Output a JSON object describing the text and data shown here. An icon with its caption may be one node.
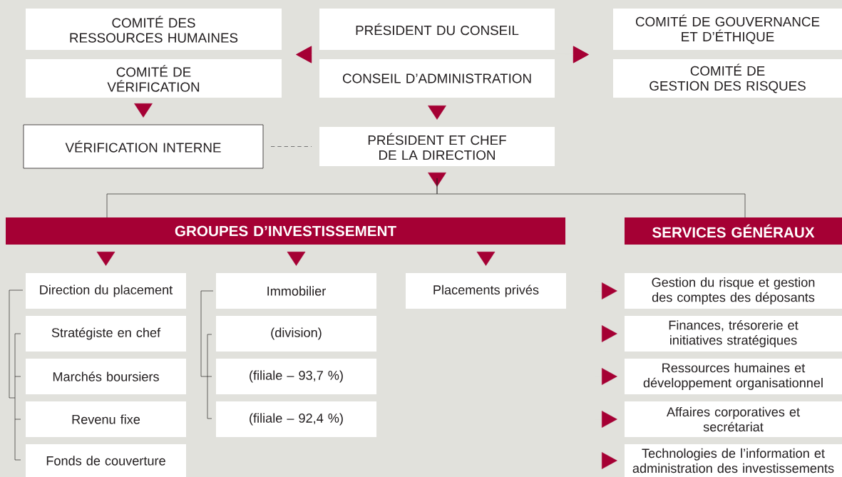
{
  "diagram": {
    "nodes": [
      {
        "text": [
          "COMITÉ DES RESSOURCES HUMAINES"
        ]
      },
      {
        "text": [
          "PRÉSIDENT DU CONSEIL"
        ]
      },
      {
        "text": [
          "COMITÉ DE GOUVERNANCE ET D’ÉTHIQUE"
        ]
      },
      {
        "text": [
          "COMITÉ DE VÉRIFICATION"
        ]
      },
      {
        "text": [
          "CONSEIL D’ADMINISTRATION"
        ]
      },
      {
        "text": [
          "COMITÉ DE GESTION DES RISQUES"
        ]
      },
      {
        "text": [
          "VÉRIFICATION INTERNE"
        ]
      },
      {
        "text": [
          "PRÉSIDENT ET CHEF DE LA DIRECTION"
        ]
      },
      {
        "text": [
          "GROUPES D’INVESTISSEMENT"
        ]
      },
      {
        "text": [
          "SERVICES GÉNÉRAUX"
        ]
      },
      {
        "text": [
          "Direction du placement"
        ]
      },
      {
        "text": [
          "Immobilier"
        ]
      },
      {
        "text": [
          "Placements privés"
        ]
      },
      {
        "text": [
          "Gestion du risque et gestion des comptes des déposants"
        ]
      },
      {
        "text": [
          "Stratégiste en chef"
        ]
      },
      {
        "text": [
          "(division)"
        ]
      },
      {
        "text": [
          "Finances, trésorerie et initiatives stratégiques"
        ]
      },
      {
        "text": [
          "Marchés boursiers"
        ]
      },
      {
        "text": [
          "(filiale – 93,7 %)"
        ]
      },
      {
        "text": [
          "Ressources humaines et développement organisationnel"
        ]
      },
      {
        "text": [
          "Revenu fixe"
        ]
      },
      {
        "text": [
          "(filiale – 92,4 %)"
        ]
      },
      {
        "text": [
          "Affaires corporatives et secrétariat"
        ]
      },
      {
        "text": [
          "Fonds de couverture"
        ]
      },
      {
        "text": [
          "Technologies de l’information et administration des investissements"
        ]
      }
    ],
    "edges": [
      {
        "from": 4,
        "to": 0,
        "arrow": "to"
      },
      {
        "from": 4,
        "to": 3,
        "arrow": "to"
      },
      {
        "from": 4,
        "to": 2,
        "arrow": "to"
      },
      {
        "from": 4,
        "to": 5,
        "arrow": "to"
      },
      {
        "from": 3,
        "to": 6,
        "arrow": "to"
      },
      {
        "from": 4,
        "to": 7,
        "arrow": "to"
      },
      {
        "from": 6,
        "to": 7,
        "arrow": "none",
        "style": "dashed",
        "color": "#6d6d6d"
      },
      {
        "from": 7,
        "to": 8,
        "arrow": "to",
        "color": "#231f20"
      },
      {
        "from": 7,
        "to": 9,
        "arrow": "to",
        "color": "#231f20"
      },
      {
        "from": 8,
        "to": 10,
        "arrow": "to"
      },
      {
        "from": 8,
        "to": 11,
        "arrow": "to"
      },
      {
        "from": 8,
        "to": 12,
        "arrow": "to"
      },
      {
        "from": null,
        "to": 13,
        "arrow": "to"
      },
      {
        "from": null,
        "to": 16,
        "arrow": "to"
      },
      {
        "from": null,
        "to": 19,
        "arrow": "to"
      },
      {
        "from": null,
        "to": 22,
        "arrow": "to"
      },
      {
        "from": null,
        "to": 24,
        "arrow": "to"
      }
    ]
  }
}
